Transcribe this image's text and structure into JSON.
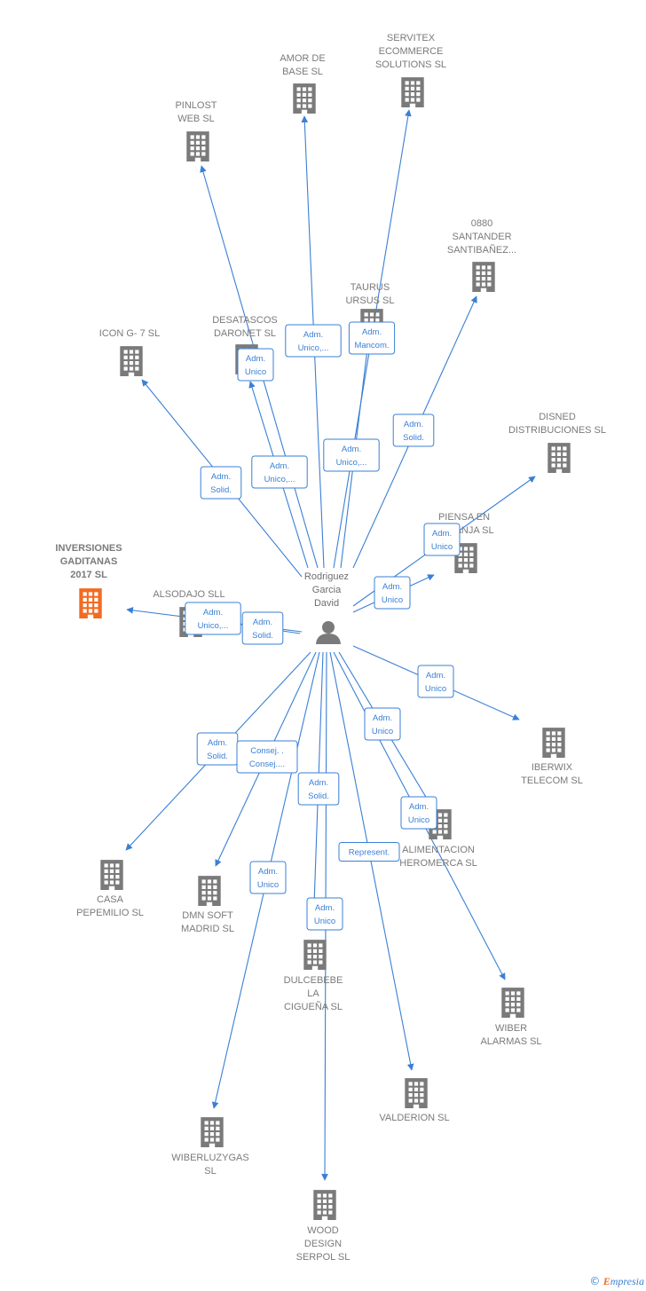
{
  "colors": {
    "edge": "#3a7fd5",
    "building": "#7a7a7a",
    "building_highlight": "#f36b21",
    "person": "#7a7a7a",
    "label": "#7a7a7a"
  },
  "center_person": {
    "name_lines": [
      "Rodriguez",
      "Garcia",
      "David"
    ],
    "icon": "person-icon"
  },
  "companies": [
    {
      "id": "servitex",
      "lines": [
        "SERVITEX",
        "ECOMMERCE",
        "SOLUTIONS SL"
      ],
      "icon": "building-icon"
    },
    {
      "id": "amor-de-base",
      "lines": [
        "AMOR DE",
        "BASE  SL"
      ],
      "icon": "building-icon"
    },
    {
      "id": "pinlost",
      "lines": [
        "PINLOST",
        "WEB  SL"
      ],
      "icon": "building-icon"
    },
    {
      "id": "santander",
      "lines": [
        "0880",
        "SANTANDER",
        "SANTIBAÑEZ..."
      ],
      "icon": "building-icon"
    },
    {
      "id": "taurus",
      "lines": [
        "TAURUS",
        "URSUS  SL"
      ],
      "icon": "building-icon"
    },
    {
      "id": "desatascos",
      "lines": [
        "DESATASCOS",
        "DARONET  SL"
      ],
      "icon": "building-icon"
    },
    {
      "id": "icon-g7",
      "lines": [
        "ICON G- 7  SL"
      ],
      "icon": "building-icon"
    },
    {
      "id": "disned",
      "lines": [
        "DISNED",
        "DISTRIBUCIONES SL"
      ],
      "icon": "building-icon"
    },
    {
      "id": "piensa",
      "lines": [
        "PIENSA EN",
        "NARANJA SL"
      ],
      "icon": "building-icon"
    },
    {
      "id": "inversiones",
      "lines": [
        "INVERSIONES",
        "GADITANAS",
        "2017  SL"
      ],
      "icon": "building-icon",
      "highlight": true
    },
    {
      "id": "alsodajo",
      "lines": [
        "ALSODAJO SLL"
      ],
      "icon": "building-icon"
    },
    {
      "id": "iberwix",
      "lines": [
        "IBERWIX",
        "TELECOM  SL"
      ],
      "icon": "building-icon"
    },
    {
      "id": "alimentacion",
      "lines": [
        "ALIMENTACION",
        "HEROMERCA SL"
      ],
      "icon": "building-icon"
    },
    {
      "id": "casa-pepemilio",
      "lines": [
        "CASA",
        "PEPEMILIO  SL"
      ],
      "icon": "building-icon"
    },
    {
      "id": "dmn-soft",
      "lines": [
        "DMN SOFT",
        "MADRID SL"
      ],
      "icon": "building-icon"
    },
    {
      "id": "dulcebebe",
      "lines": [
        "DULCEBEBE",
        "LA",
        "CIGUEÑA  SL"
      ],
      "icon": "building-icon"
    },
    {
      "id": "wiber-alarmas",
      "lines": [
        "WIBER",
        "ALARMAS  SL"
      ],
      "icon": "building-icon"
    },
    {
      "id": "valderion",
      "lines": [
        "VALDERION  SL"
      ],
      "icon": "building-icon"
    },
    {
      "id": "wiberluzygas",
      "lines": [
        "WIBERLUZYGAS",
        "SL"
      ],
      "icon": "building-icon"
    },
    {
      "id": "wood-design",
      "lines": [
        "WOOD",
        "DESIGN",
        "SERPOL  SL"
      ],
      "icon": "building-icon"
    }
  ],
  "relations": [
    {
      "target": "amor-de-base",
      "role_lines": [
        "Adm.",
        "Unico,..."
      ]
    },
    {
      "target": "servitex",
      "role_lines": [
        "Adm.",
        "Mancom."
      ]
    },
    {
      "target": "desatascos",
      "role_lines": [
        "Adm.",
        "Unico"
      ]
    },
    {
      "target": "pinlost",
      "role_lines": [
        "Adm.",
        "Unico,..."
      ]
    },
    {
      "target": "taurus",
      "role_lines": [
        "Adm.",
        "Unico,..."
      ]
    },
    {
      "target": "santander",
      "role_lines": [
        "Adm.",
        "Solid."
      ]
    },
    {
      "target": "icon-g7",
      "role_lines": [
        "Adm.",
        "Solid."
      ]
    },
    {
      "target": "disned",
      "role_lines": [
        "Adm.",
        "Unico"
      ]
    },
    {
      "target": "piensa",
      "role_lines": [
        "Adm.",
        "Unico"
      ]
    },
    {
      "target": "inversiones",
      "role_lines": [
        "Adm.",
        "Unico,..."
      ]
    },
    {
      "target": "alsodajo",
      "role_lines": [
        "Adm.",
        "Solid."
      ]
    },
    {
      "target": "iberwix",
      "role_lines": [
        "Adm.",
        "Unico"
      ]
    },
    {
      "target": "alimentacion",
      "role_lines": [
        "Adm.",
        "Unico"
      ]
    },
    {
      "target": "wiber-alarmas",
      "role_lines": [
        "Adm.",
        "Unico"
      ]
    },
    {
      "target": "casa-pepemilio",
      "role_lines": [
        "Adm.",
        "Solid."
      ]
    },
    {
      "target": "dmn-soft",
      "role_lines": [
        "Consej. .",
        "Consej...."
      ]
    },
    {
      "target": "dulcebebe",
      "role_lines": [
        "Adm.",
        "Solid."
      ]
    },
    {
      "target": "valderion",
      "role_lines": [
        "Represent."
      ]
    },
    {
      "target": "wiberluzygas",
      "role_lines": [
        "Adm.",
        "Unico"
      ]
    },
    {
      "target": "wood-design",
      "role_lines": [
        "Adm.",
        "Unico"
      ]
    }
  ],
  "footer": {
    "copyright": "©",
    "brand_initial": "E",
    "brand_rest": "mpresia"
  }
}
